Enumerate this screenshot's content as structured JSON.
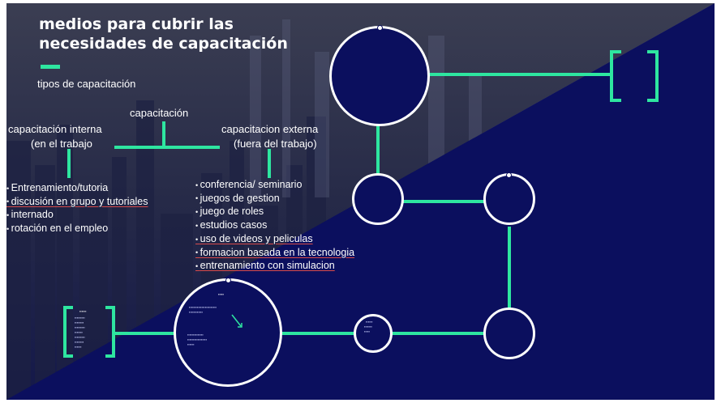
{
  "title": "medios para cubrir las necesidades de capacitación",
  "subtitle": "tipos de capacitación",
  "root_label": "capacitación",
  "internal": {
    "heading_line1": "capacitación interna",
    "heading_line2": "(en el trabajo",
    "items": [
      "Entrenamiento/tutoria",
      "discusión en grupo y tutoriales",
      "internado",
      "rotación en el empleo"
    ]
  },
  "external": {
    "heading_line1": "capacitacion externa",
    "heading_line2": "(fuera del trabajo)",
    "items": [
      "conferencia/ seminario",
      "juegos de gestion",
      "juego de roles",
      "estudios casos",
      "uso de videos y peliculas",
      "formacion basada en la tecnologia",
      "entrenamiento con simulacion"
    ]
  },
  "colors": {
    "background": "#0b0f5e",
    "accent": "#2ee6a0",
    "text": "#ffffff",
    "underline": "#d84a4a"
  }
}
